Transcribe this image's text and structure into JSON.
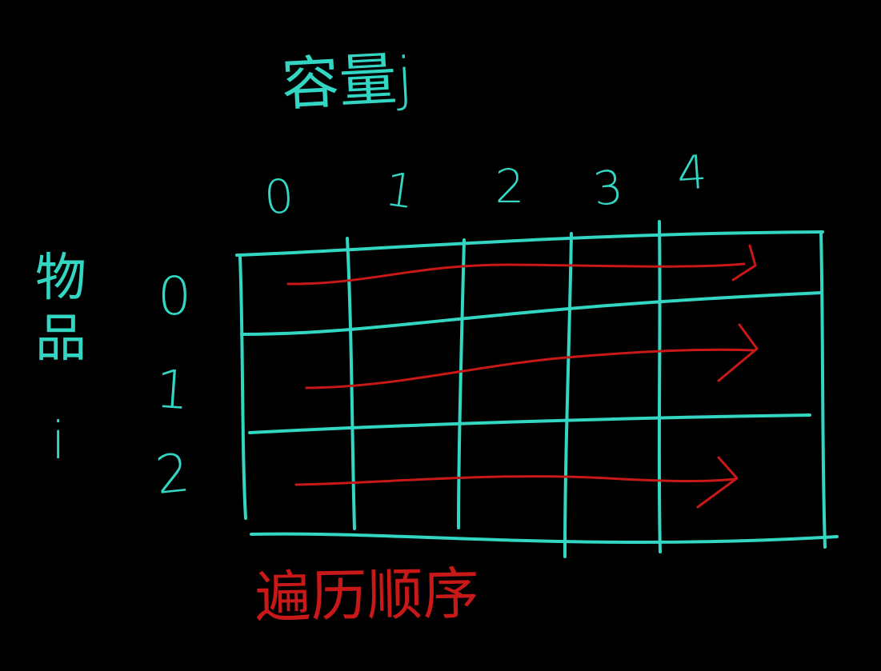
{
  "colors": {
    "background": "#000000",
    "grid": "#33d6c2",
    "arrow": "#c81818",
    "capacity_label": "#33d6c2",
    "items_label": "#33d6c2",
    "order_label": "#c81818"
  },
  "diagram": {
    "capacity_label": "容量j",
    "items_label": "物品i",
    "columns": [
      "0",
      "1",
      "2",
      "3",
      "4"
    ],
    "rows": [
      "0",
      "1",
      "2"
    ],
    "traversal_label": "遍历顺序",
    "traversal": {
      "direction": "row-by-row, left to right",
      "arrow_count": 3
    }
  }
}
